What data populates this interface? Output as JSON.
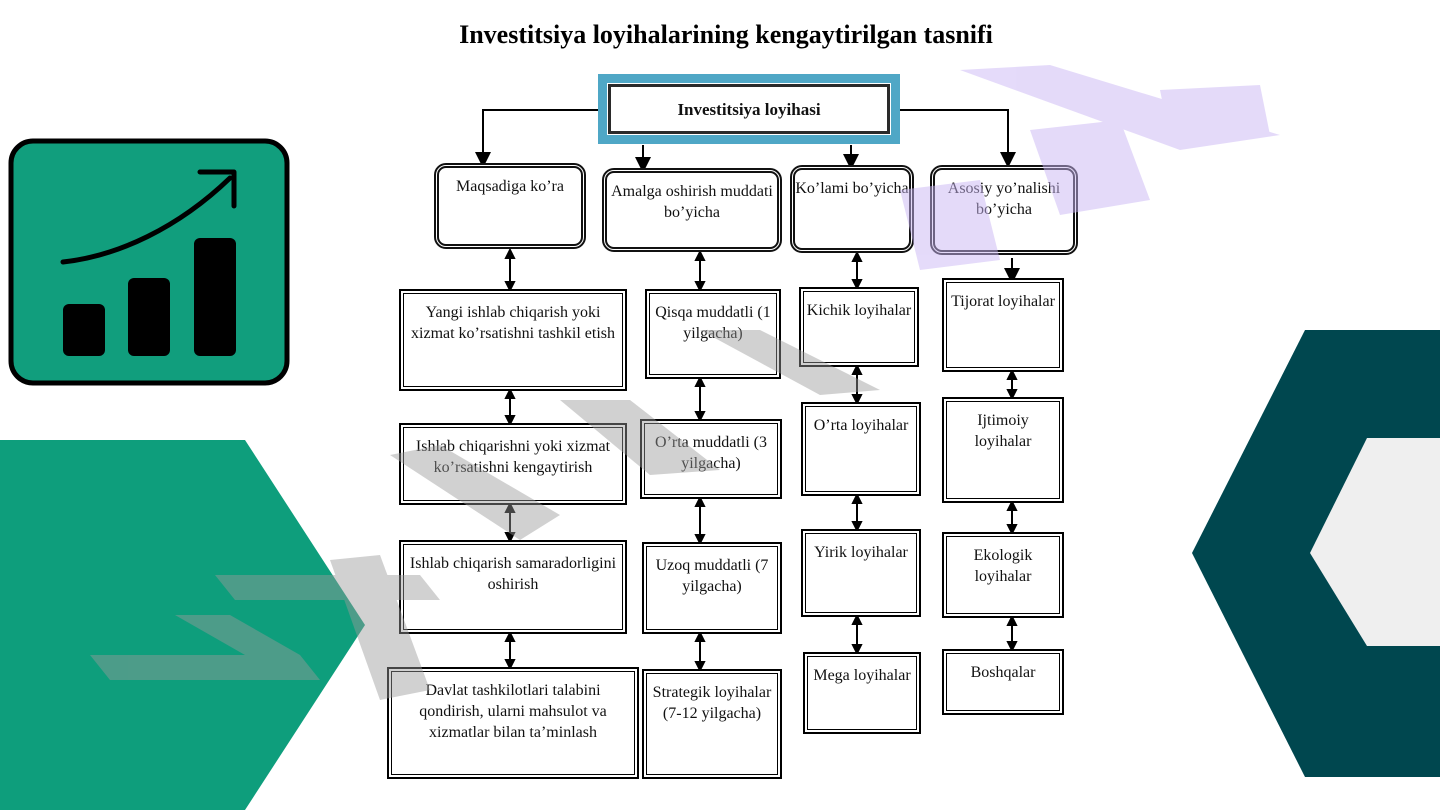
{
  "title": "Investitsiya loyihalarining kengaytirilgan tasnifi",
  "root": "Investitsiya loyihasi",
  "categories": [
    {
      "label": "Maqsadiga ko’ra",
      "items": [
        "Yangi ishlab chiqarish yoki xizmat ko’rsatishni tashkil etish",
        "Ishlab chiqarishni yoki xizmat ko’rsatishni kengaytirish",
        "Ishlab chiqarish samaradorligini oshirish",
        "Davlat tashkilotlari talabini qondirish, ularni mahsulot va xizmatlar bilan ta’minlash"
      ]
    },
    {
      "label": "Amalga oshirish muddati bo’yicha",
      "items": [
        "Qisqa muddatli (1 yilgacha)",
        "O’rta muddatli (3 yilgacha)",
        "Uzoq muddatli (7 yilgacha)",
        "Strategik loyihalar (7-12 yilgacha)"
      ]
    },
    {
      "label": "Ko’lami bo’yicha",
      "items": [
        "Kichik loyihalar",
        "O’rta loyihalar",
        "Yirik loyihalar",
        "Mega loyihalar"
      ]
    },
    {
      "label": "Asosiy yo’nalishi bo’yicha",
      "items": [
        "Tijorat loyihalar",
        "Ijtimoiy loyihalar",
        "Ekologik loyihalar",
        "Boshqalar"
      ]
    }
  ],
  "colors": {
    "root_border": "#4fa7c6",
    "icon_bg": "#119e7d",
    "left_shape": "#0e9e7c",
    "right_shape": "#00474f",
    "watermark_gray": "#b5b5b5",
    "watermark_violet": "#cbb7f5"
  },
  "icons": [
    "growth-chart-icon"
  ]
}
